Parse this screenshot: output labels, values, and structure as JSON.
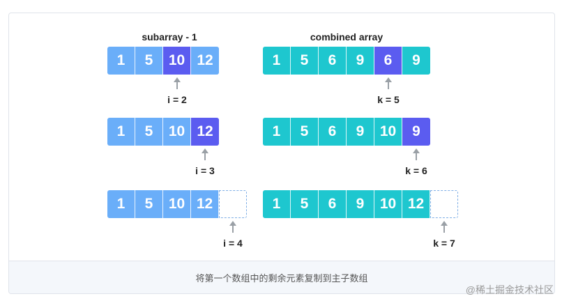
{
  "titles": {
    "left": "subarray - 1",
    "right": "combined array"
  },
  "rows": [
    {
      "left": [
        {
          "v": "1",
          "s": "sub"
        },
        {
          "v": "5",
          "s": "sub"
        },
        {
          "v": "10",
          "s": "hi"
        },
        {
          "v": "12",
          "s": "sub"
        }
      ],
      "right": [
        {
          "v": "1",
          "s": "comb"
        },
        {
          "v": "5",
          "s": "comb"
        },
        {
          "v": "6",
          "s": "comb"
        },
        {
          "v": "9",
          "s": "comb"
        },
        {
          "v": "6",
          "s": "hi"
        },
        {
          "v": "9",
          "s": "comb"
        }
      ],
      "left_pointer": "i = 2",
      "right_pointer": "k = 5"
    },
    {
      "left": [
        {
          "v": "1",
          "s": "sub"
        },
        {
          "v": "5",
          "s": "sub"
        },
        {
          "v": "10",
          "s": "sub"
        },
        {
          "v": "12",
          "s": "hi"
        }
      ],
      "right": [
        {
          "v": "1",
          "s": "comb"
        },
        {
          "v": "5",
          "s": "comb"
        },
        {
          "v": "6",
          "s": "comb"
        },
        {
          "v": "9",
          "s": "comb"
        },
        {
          "v": "10",
          "s": "comb"
        },
        {
          "v": "9",
          "s": "hi"
        }
      ],
      "left_pointer": "i = 3",
      "right_pointer": "k = 6"
    },
    {
      "left": [
        {
          "v": "1",
          "s": "sub"
        },
        {
          "v": "5",
          "s": "sub"
        },
        {
          "v": "10",
          "s": "sub"
        },
        {
          "v": "12",
          "s": "sub"
        },
        {
          "v": "",
          "s": "empty"
        }
      ],
      "right": [
        {
          "v": "1",
          "s": "comb"
        },
        {
          "v": "5",
          "s": "comb"
        },
        {
          "v": "6",
          "s": "comb"
        },
        {
          "v": "9",
          "s": "comb"
        },
        {
          "v": "10",
          "s": "comb"
        },
        {
          "v": "12",
          "s": "comb"
        },
        {
          "v": "",
          "s": "empty"
        }
      ],
      "left_pointer": "i = 4",
      "right_pointer": "k = 7"
    }
  ],
  "caption": "将第一个数组中的剩余元素复制到主子数组",
  "watermark": "@稀土掘金技术社区",
  "colors": {
    "sub": "#6aaef9",
    "comb": "#1ec7cf",
    "highlight": "#5b5cf0",
    "arrow": "#9aa0a6"
  }
}
